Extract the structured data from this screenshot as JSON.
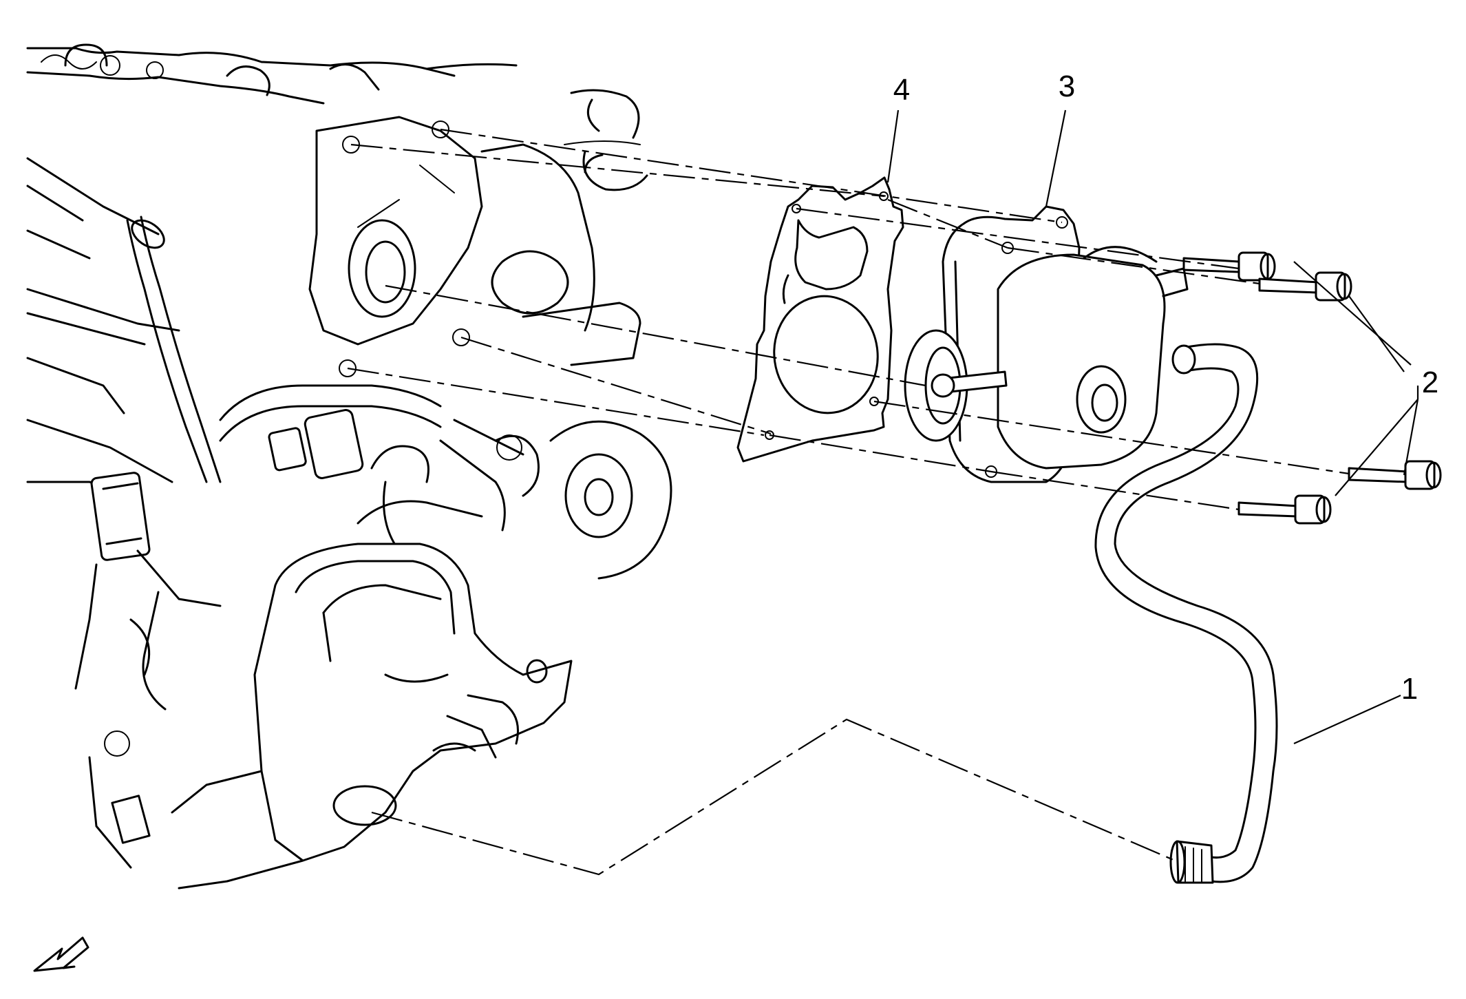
{
  "callouts": [
    {
      "id": "1",
      "label": "1"
    },
    {
      "id": "2",
      "label": "2"
    },
    {
      "id": "3",
      "label": "3"
    },
    {
      "id": "4",
      "label": "4"
    }
  ],
  "icons": {
    "view_direction": "arrow-front-left-icon"
  }
}
